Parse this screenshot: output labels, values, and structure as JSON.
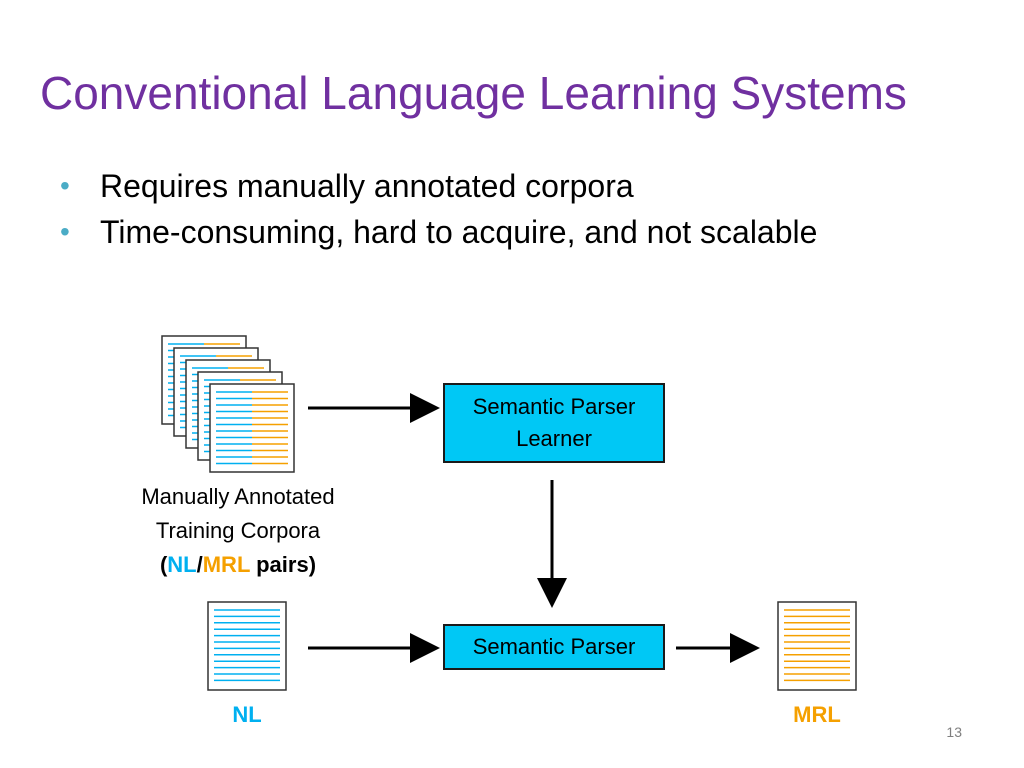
{
  "slide": {
    "title": "Conventional Language Learning Systems",
    "bullets": [
      "Requires manually annotated corpora",
      "Time-consuming, hard to acquire, and not scalable"
    ],
    "slide_number": "13"
  },
  "diagram": {
    "learner_box": {
      "line1": "Semantic Parser",
      "line2": "Learner"
    },
    "parser_box": "Semantic Parser",
    "corpora_caption": {
      "line1": "Manually Annotated",
      "line2": "Training Corpora",
      "open_paren": "(",
      "nl": "NL",
      "slash": "/",
      "mrl": "MRL",
      "pairs": " pairs)"
    },
    "nl_label": "NL",
    "mrl_label": "MRL"
  },
  "colors": {
    "title": "#7030A0",
    "bullet": "#4BACC6",
    "box_fill": "#00C8F5",
    "nl_lines": "#00B0F0",
    "mrl_lines": "#F5A000"
  }
}
